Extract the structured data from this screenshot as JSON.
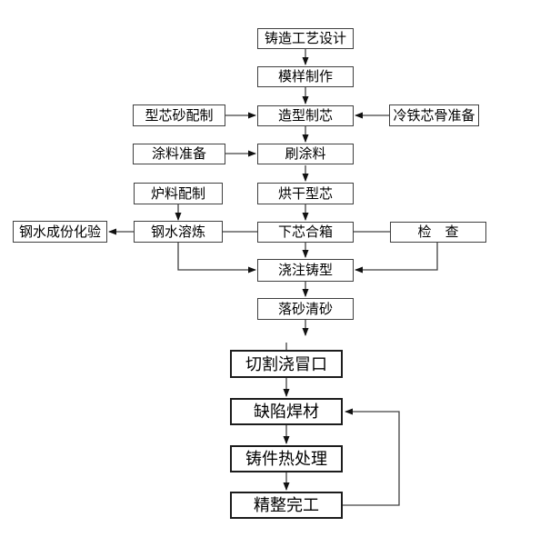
{
  "diagram_type": "flowchart",
  "language": "zh-CN",
  "colors": {
    "background": "#ffffff",
    "box_fill": "#ffffff",
    "box_border": "#3f3f3f",
    "line": "#404040",
    "arrowhead": "#111111",
    "text": "#000000"
  },
  "nodes": {
    "cast_design": {
      "label": "铸造工艺设计"
    },
    "pattern_making": {
      "label": "模样制作"
    },
    "core_sand_prep": {
      "label": "型芯砂配制"
    },
    "molding_coring": {
      "label": "造型制芯"
    },
    "chill_core_prep": {
      "label": "冷铁芯骨准备"
    },
    "coating_prep": {
      "label": "涂料准备"
    },
    "brush_coating": {
      "label": "刷涂料"
    },
    "charge_prep": {
      "label": "炉料配制"
    },
    "dry_core": {
      "label": "烘干型芯"
    },
    "steel_comp_test": {
      "label": "钢水成份化验"
    },
    "steel_melting": {
      "label": "钢水溶炼"
    },
    "core_set_box": {
      "label": "下芯合箱"
    },
    "inspection": {
      "label": "检　查"
    },
    "pour_mold": {
      "label": "浇注铸型"
    },
    "shakeout": {
      "label": "落砂清砂"
    },
    "cut_risers": {
      "label": "切割浇冒口"
    },
    "defect_welding": {
      "label": "缺陷焊材"
    },
    "heat_treatment": {
      "label": "铸件热处理"
    },
    "finishing": {
      "label": "精整完工"
    }
  },
  "edges": [
    {
      "from": "cast_design",
      "to": "pattern_making",
      "arrow": true
    },
    {
      "from": "pattern_making",
      "to": "molding_coring",
      "arrow": true
    },
    {
      "from": "core_sand_prep",
      "to": "molding_coring",
      "arrow": true
    },
    {
      "from": "chill_core_prep",
      "to": "molding_coring",
      "arrow": true
    },
    {
      "from": "molding_coring",
      "to": "brush_coating",
      "arrow": true
    },
    {
      "from": "coating_prep",
      "to": "brush_coating",
      "arrow": true
    },
    {
      "from": "brush_coating",
      "to": "dry_core",
      "arrow": true
    },
    {
      "from": "charge_prep",
      "to": "steel_melting",
      "arrow": true
    },
    {
      "from": "dry_core",
      "to": "core_set_box",
      "arrow": true
    },
    {
      "from": "steel_melting",
      "to": "steel_comp_test",
      "arrow": true
    },
    {
      "from": "steel_melting",
      "to": "core_set_box",
      "arrow": false
    },
    {
      "from": "core_set_box",
      "to": "inspection",
      "arrow": false
    },
    {
      "from": "core_set_box",
      "to": "pour_mold",
      "arrow": true
    },
    {
      "from": "steel_melting",
      "to": "pour_mold",
      "arrow": true
    },
    {
      "from": "inspection",
      "to": "pour_mold",
      "arrow": true
    },
    {
      "from": "pour_mold",
      "to": "shakeout",
      "arrow": true
    },
    {
      "from": "shakeout",
      "to": "cut_risers",
      "arrow": true
    },
    {
      "from": "cut_risers",
      "to": "defect_welding",
      "arrow": true
    },
    {
      "from": "defect_welding",
      "to": "heat_treatment",
      "arrow": true
    },
    {
      "from": "heat_treatment",
      "to": "finishing",
      "arrow": true
    },
    {
      "from": "finishing",
      "to": "defect_welding",
      "arrow": true
    }
  ]
}
